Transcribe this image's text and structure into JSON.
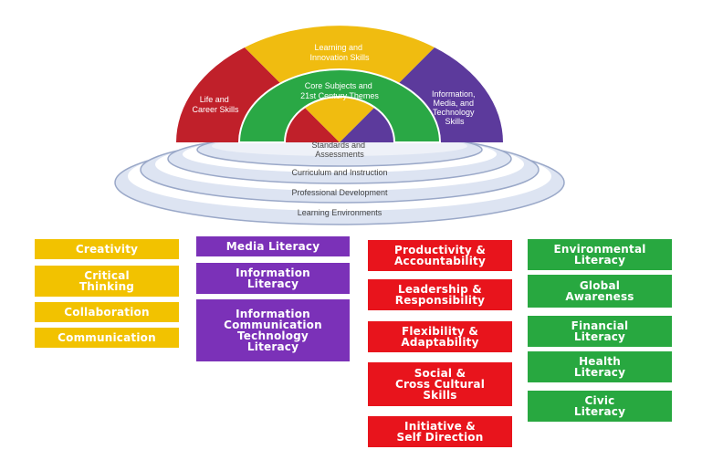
{
  "rainbow": {
    "outer_left": "Life and\nCareer Skills",
    "outer_top": "Learning and\nInnovation Skills",
    "outer_right": "Information,\nMedia, and\nTechnology\nSkills",
    "inner": "Core Subjects and\n21st Century Themes"
  },
  "rings": [
    "Standards and\nAssessments",
    "Curriculum and Instruction",
    "Professional Development",
    "Learning Environments"
  ],
  "colors": {
    "yellow": "#f2c200",
    "purple": "#7b31b8",
    "red": "#e8141c",
    "green": "#28a840"
  },
  "columns": {
    "yellow": [
      "Creativity",
      "Critical\nThinking",
      "Collaboration",
      "Communication"
    ],
    "purple": [
      "Media Literacy",
      "Information\nLiteracy",
      "Information\nCommunication\nTechnology\nLiteracy"
    ],
    "red": [
      "Productivity &\nAccountability",
      "Leadership &\nResponsibility",
      "Flexibility &\nAdaptability",
      "Social &\nCross Cultural\nSkills",
      "Initiative &\nSelf Direction"
    ],
    "green": [
      "Environmental\nLiteracy",
      "Global\nAwareness",
      "Financial\nLiteracy",
      "Health\nLiteracy",
      "Civic\nLiteracy"
    ]
  }
}
